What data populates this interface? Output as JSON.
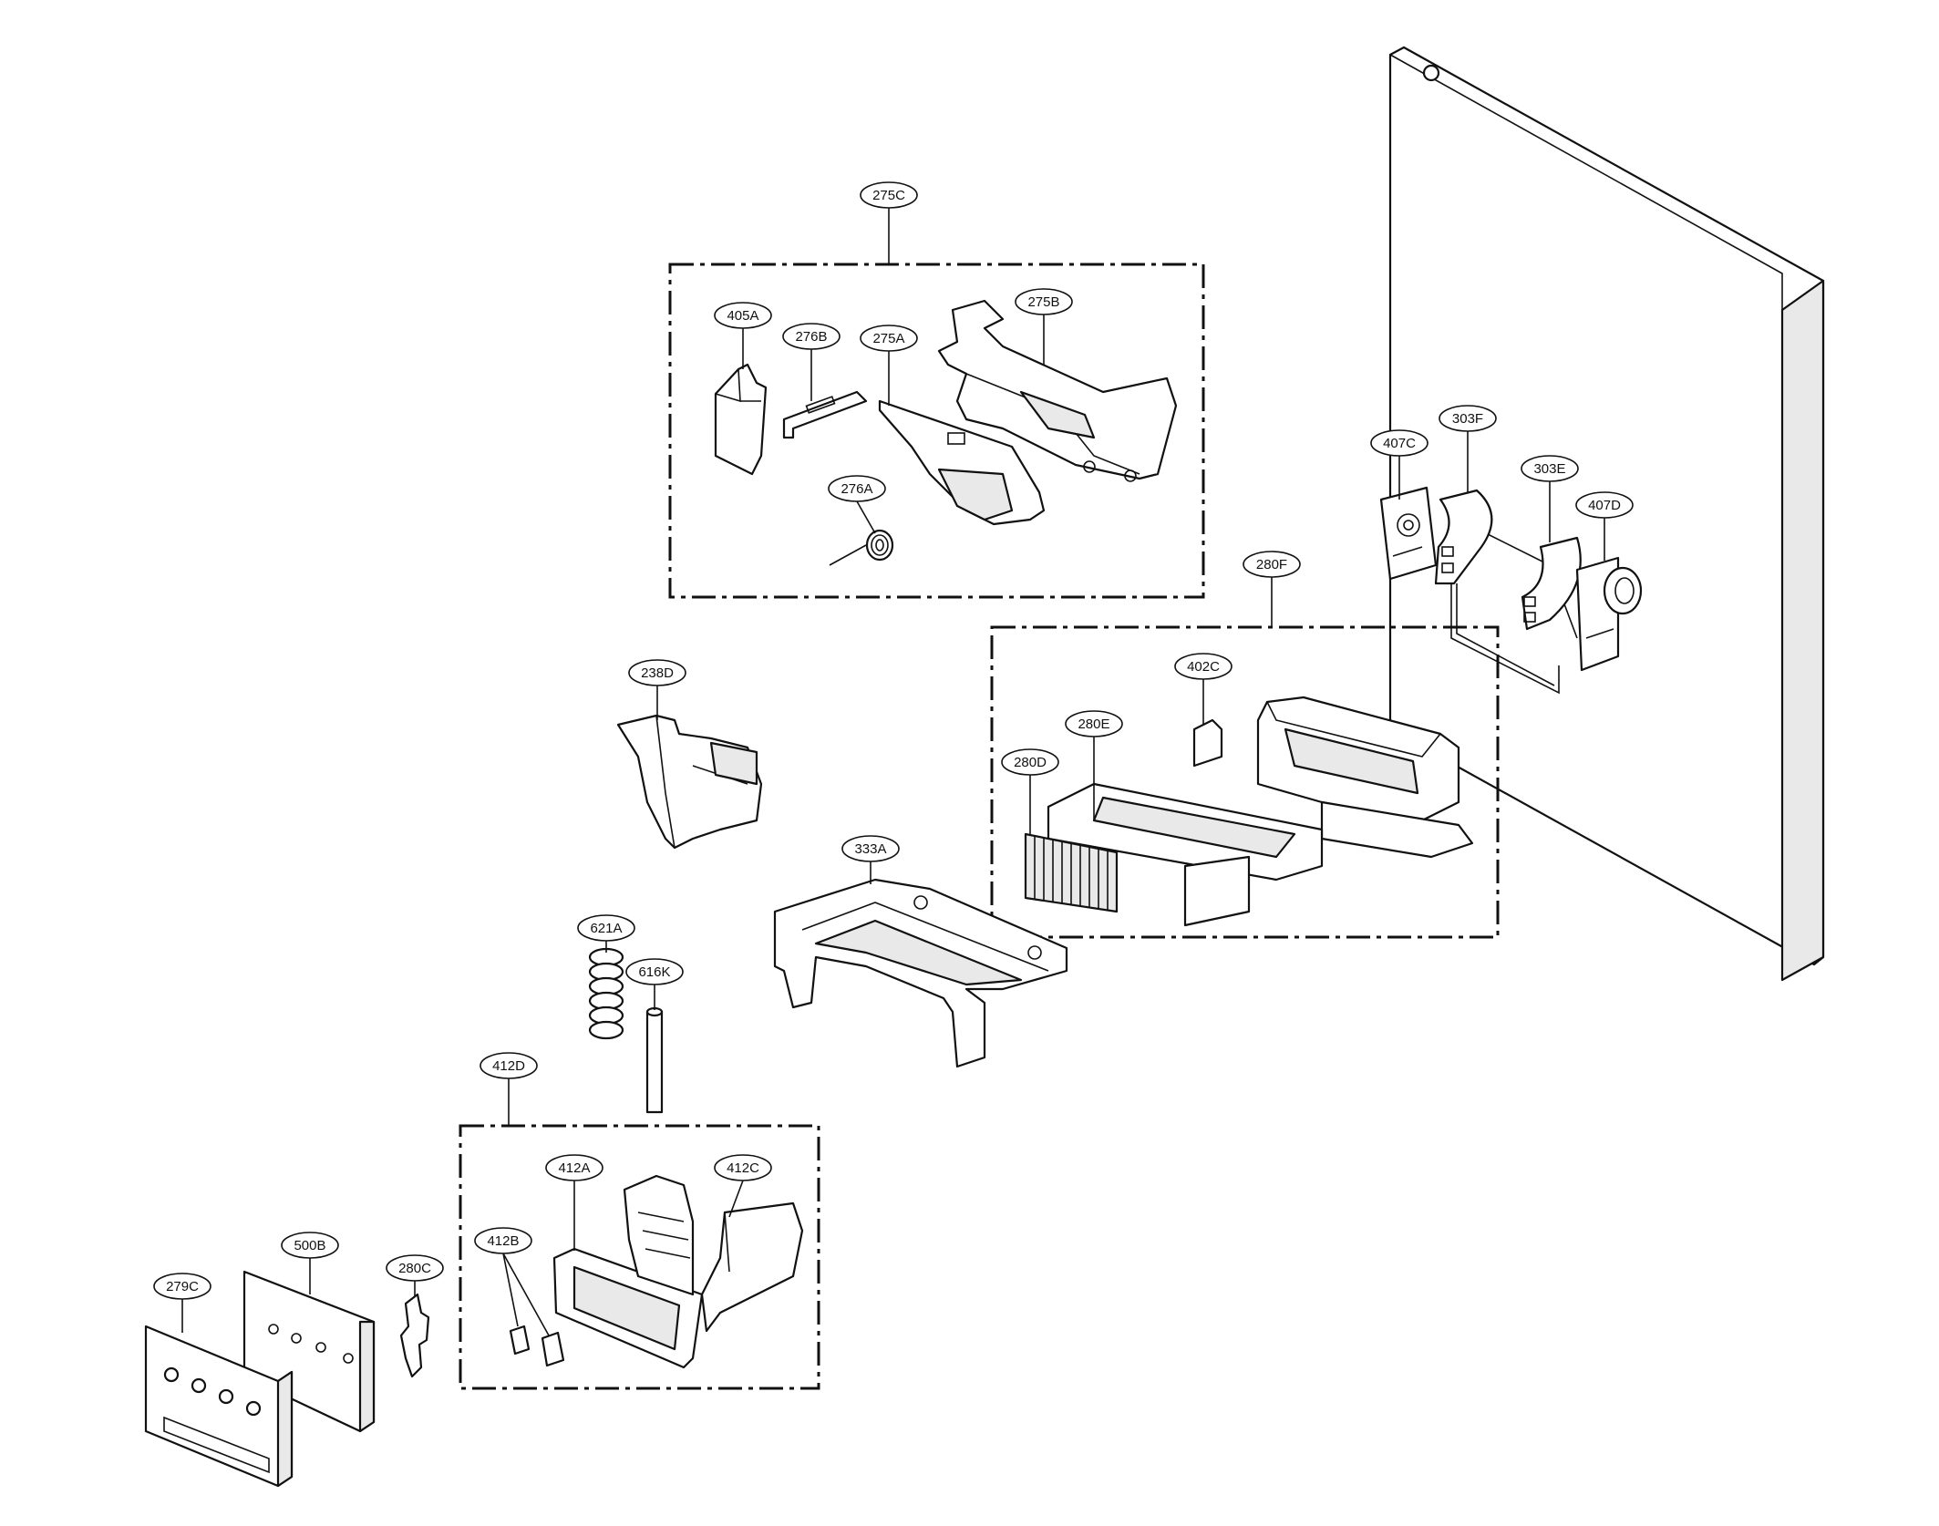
{
  "callouts": {
    "c275C": "275C",
    "c405A": "405A",
    "c276B": "276B",
    "c275A": "275A",
    "c275B": "275B",
    "c276A": "276A",
    "c407C": "407C",
    "c303F": "303F",
    "c303E": "303E",
    "c407D": "407D",
    "c280F": "280F",
    "c402C": "402C",
    "c280E": "280E",
    "c280D": "280D",
    "c238D": "238D",
    "c333A": "333A",
    "c621A": "621A",
    "c616K": "616K",
    "c412D": "412D",
    "c412A": "412A",
    "c412C": "412C",
    "c412B": "412B",
    "c500B": "500B",
    "c280C": "280C",
    "c279C": "279C"
  }
}
